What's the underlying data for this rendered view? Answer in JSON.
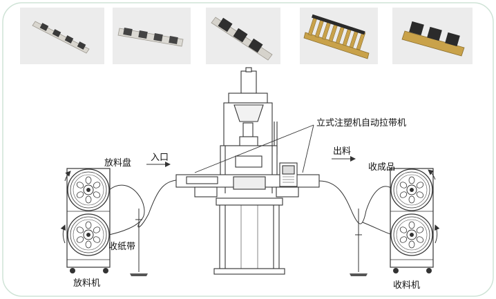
{
  "diagram": {
    "machine_label": "立式注塑机自动拉带机",
    "entry_label": "入口",
    "exit_label": "出料",
    "supply_reel_label": "放料盘",
    "paper_take_label": "收纸带",
    "unwinder_label": "放料机",
    "product_reel_label": "收成品",
    "winder_label": "收料机"
  },
  "product_photos": [
    {
      "name": "terminal-strip-photo-1"
    },
    {
      "name": "terminal-strip-photo-2"
    },
    {
      "name": "sim-holder-strip-photo"
    },
    {
      "name": "gold-terminal-strip-photo"
    },
    {
      "name": "connector-strip-photo"
    }
  ],
  "colors": {
    "frame": "#cfe3d6",
    "line": "#333333",
    "photo_bg": "#ececec",
    "gold": "#c9a24a"
  }
}
